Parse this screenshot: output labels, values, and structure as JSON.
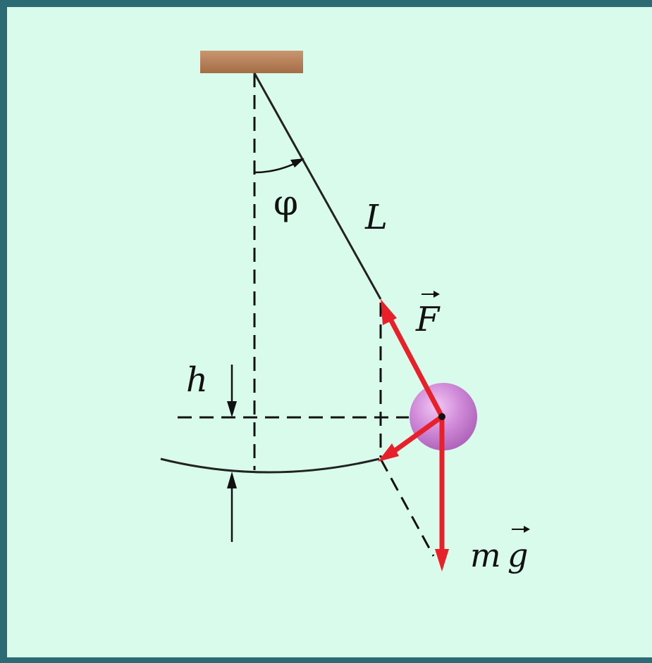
{
  "diagram": {
    "labels": {
      "angle": "φ",
      "length": "L",
      "force": "F",
      "weight_m": "m",
      "weight_g": "g",
      "height": "h"
    },
    "colors": {
      "background": "#d9fbec",
      "frame": "#2d6b74",
      "support": "#b07a50",
      "force_arrow": "#e8202a",
      "bob": "#d08ad8",
      "lines": "#111111"
    }
  }
}
